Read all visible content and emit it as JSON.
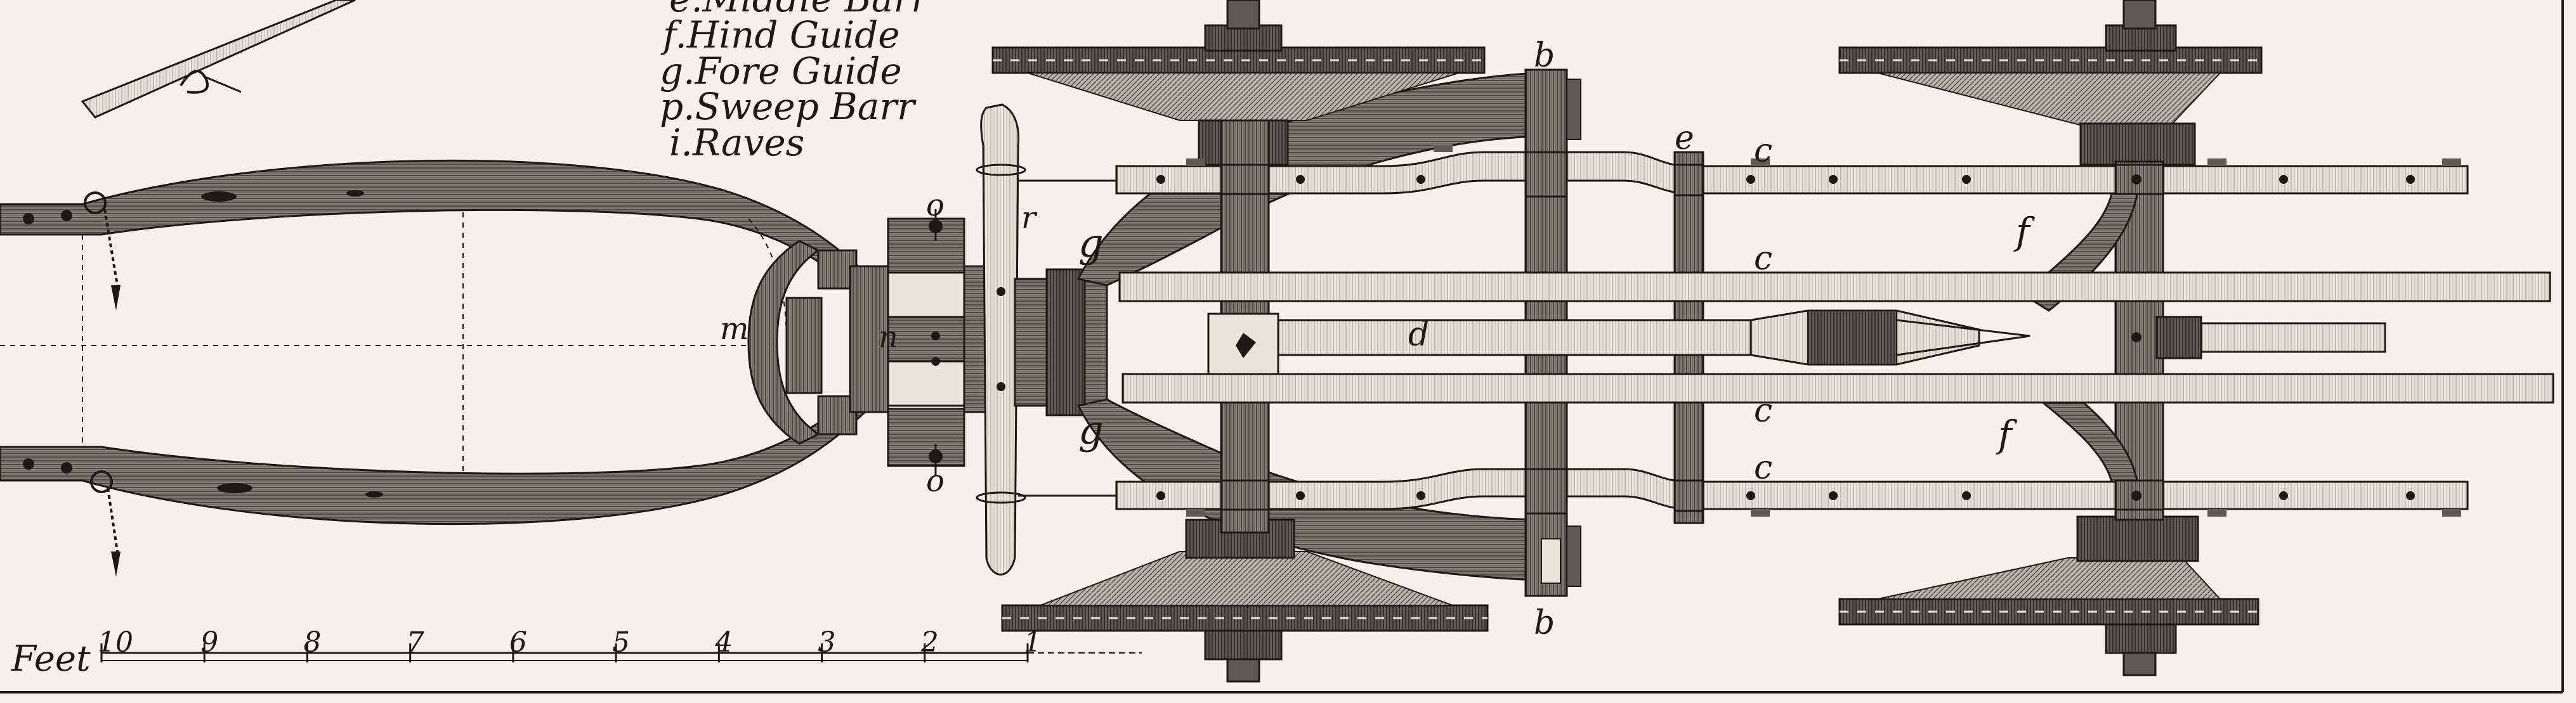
{
  "legend": [
    {
      "letter": "e.",
      "text": "Middle Barr"
    },
    {
      "letter": "f.",
      "text": "Hind Guide"
    },
    {
      "letter": "g.",
      "text": "Fore Guide"
    },
    {
      "letter": "p.",
      "text": "Sweep Barr"
    },
    {
      "letter": "i.",
      "text": "Raves"
    }
  ],
  "part_labels": {
    "b": "b",
    "c": "c",
    "d": "d",
    "e": "e",
    "f": "f",
    "g": "g",
    "m": "m",
    "n": "n",
    "o": "o",
    "r": "r"
  },
  "scale": {
    "label": "Feet",
    "ticks": [
      "10",
      "9",
      "8",
      "7",
      "6",
      "5",
      "4",
      "3",
      "2",
      "1"
    ]
  },
  "colors": {
    "paper": "#f3f1ea",
    "ink": "#1d1a16",
    "wood_dark": "#6e6a63",
    "wood_mid": "#8f8a82",
    "wood_light": "#e7e4dc"
  }
}
